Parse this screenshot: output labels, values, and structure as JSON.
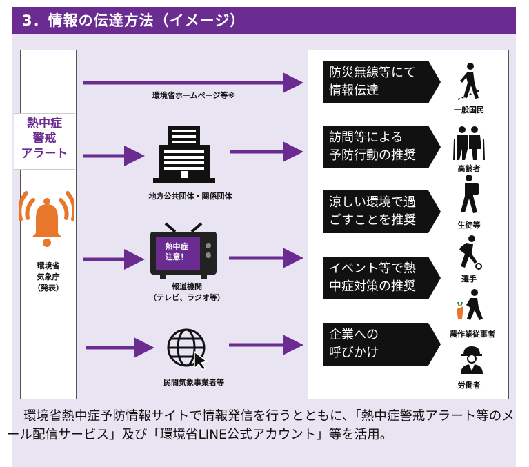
{
  "header": {
    "title": "3．情報の伝達方法（イメージ）"
  },
  "alert_label": [
    "熱中症",
    "警戒",
    "アラート"
  ],
  "source": [
    "環境省",
    "気象庁",
    "（発表）"
  ],
  "channels": {
    "moe_homepage": "環境省ホームページ等※",
    "local_gov": "地方公共団体・関係団体",
    "media": [
      "報道機関",
      "（テレビ、ラジオ等）"
    ],
    "tv_screen": [
      "熱中症",
      "注意！"
    ],
    "weather": "民間気象事業者等"
  },
  "actions": [
    "防災無線等にて\n情報伝達",
    "訪問等による\n予防行動の推奨",
    "涼しい環境で過\nごすことを推奨",
    "イベント等で熱\n中症対策の推奨",
    "企業への\n呼びかけ"
  ],
  "targets": [
    "一般国民",
    "高齢者",
    "生徒等",
    "選手",
    "農作業従事者",
    "労働者"
  ],
  "footer": {
    "text": "環境省熱中症予防情報サイトで情報発信を行うとともに、「熱中症警戒アラート等のメール配信サービス」及び「環境省LINE公式アカウント」等を活用。"
  },
  "colors": {
    "accent": "#6a2c91",
    "panel": "#e8e4f2",
    "bell": "#e8762b",
    "banner": "#111111"
  }
}
